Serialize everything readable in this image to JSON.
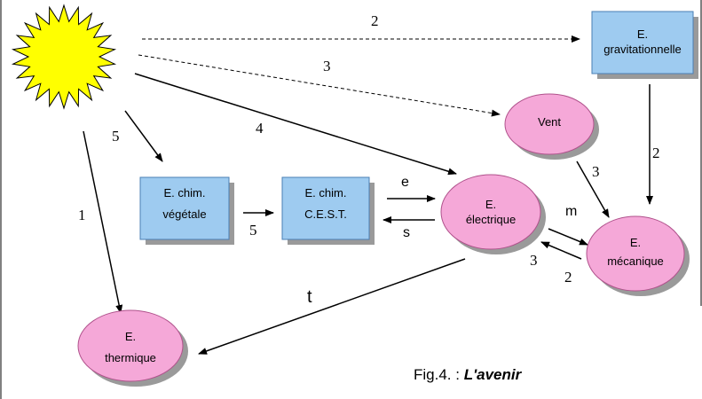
{
  "nodes": {
    "sun": {
      "label": ""
    },
    "gravitationnelle": {
      "line1": "E.",
      "line2": "gravitationnelle"
    },
    "vent": {
      "line1": "Vent"
    },
    "chim_vegetale": {
      "line1": "E. chim.",
      "line2": "végétale"
    },
    "chim_cest": {
      "line1": "E. chim.",
      "line2": "C.E.S.T."
    },
    "electrique": {
      "line1": "E.",
      "line2": "électrique"
    },
    "mecanique": {
      "line1": "E.",
      "line2": "mécanique"
    },
    "thermique": {
      "line1": "E.",
      "line2": "thermique"
    }
  },
  "edge_labels": {
    "sun_grav": "2",
    "sun_vent": "3",
    "sun_elec": "4",
    "sun_veg": "5",
    "sun_therm": "1",
    "veg_cest": "5",
    "cest_elec": "e",
    "elec_cest": "s",
    "elec_meca": "m",
    "meca_elec_a": "3",
    "meca_elec_b": "2",
    "vent_meca": "3",
    "grav_meca": "2",
    "elec_therm": "t"
  },
  "caption": {
    "prefix": "Fig.4. : ",
    "title": "L'avenir"
  },
  "colors": {
    "box_fill": "#9ecbf0",
    "box_stroke": "#4a7fb5",
    "ellipse_fill": "#f5a8d8",
    "ellipse_stroke": "#b0528c",
    "sun_fill": "#ffff00",
    "sun_stroke": "#000000",
    "shadow": "#9a9a9a"
  }
}
